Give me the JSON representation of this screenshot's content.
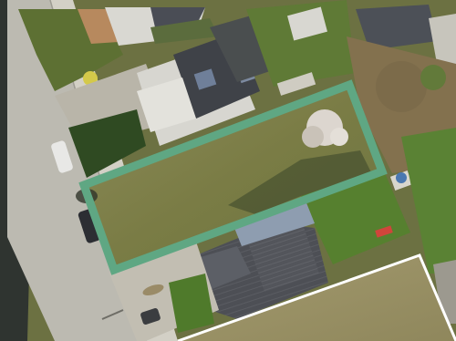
{
  "map": {
    "view": "aerial-orthophoto",
    "colors": {
      "parcel_highlight": "#5fa783",
      "neighbor_boundary": "#ffffff",
      "road": "#bdbbb2",
      "sidewalk": "#d5d2c8",
      "lawn": "#6e8a3c",
      "dry_grass": "#9a9566",
      "roof_dark": "#4b4d52",
      "roof_light": "#d9d7d1",
      "shadow": "#2c3326",
      "hedge": "#3d5a2a"
    },
    "features": {
      "highlighted_parcel": "green-outlined-plot",
      "adjacent_parcel": "white-outlined-plot",
      "street": "residential-street",
      "vehicles": 3,
      "houses": 6
    }
  }
}
